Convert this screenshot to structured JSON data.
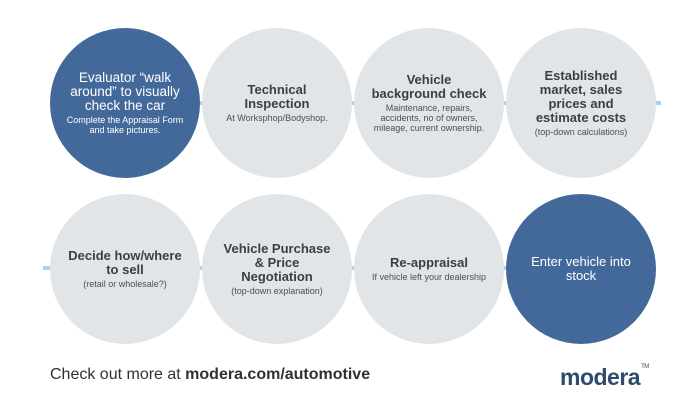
{
  "steps": [
    {
      "title": "Evaluator “walk around” to visually check the car",
      "subtitle": "Complete the Appraisal Form and take pictures."
    },
    {
      "title": "Technical Inspection",
      "subtitle": "At Worksphop/Bodyshop."
    },
    {
      "title": "Vehicle background check",
      "subtitle": "Maintenance, repairs, accidents, no of owners, mileage, current ownership."
    },
    {
      "title": "Established market, sales prices and estimate costs",
      "subtitle": "(top-down calculations)"
    },
    {
      "title": "Decide how/where to sell",
      "subtitle": "(retail or wholesale?)"
    },
    {
      "title": "Vehicle Purchase & Price Negotiation",
      "subtitle": "(top-down explanation)"
    },
    {
      "title": "Re-appraisal",
      "subtitle": "If vehicle left your dealership"
    },
    {
      "title": "Enter vehicle into stock",
      "subtitle": ""
    }
  ],
  "footer": {
    "prefix": "Check out more at ",
    "link": "modera.com/automotive"
  },
  "logo": {
    "text": "modera",
    "tm": "TM"
  },
  "colors": {
    "dark_circle": "#43699a",
    "light_circle": "#e1e5e7",
    "connector": "#a9d4ee",
    "logo": "#2e4b6b"
  }
}
